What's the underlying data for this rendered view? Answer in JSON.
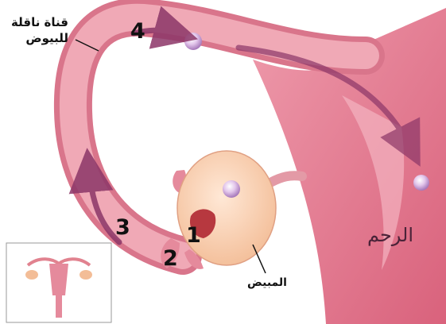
{
  "labels": {
    "fallopian_tube": "قناة ناقلة للبيوض",
    "ovary": "المبيض",
    "uterus": "الرحم"
  },
  "steps": [
    "1",
    "2",
    "3",
    "4"
  ],
  "colors": {
    "tissue": "#ec9aa7",
    "tissue_dark": "#d26a82",
    "uterus": "#e06f86",
    "ovary": "#f9cfae",
    "arrow": "#8c3668",
    "egg": "#c9a3d6"
  }
}
